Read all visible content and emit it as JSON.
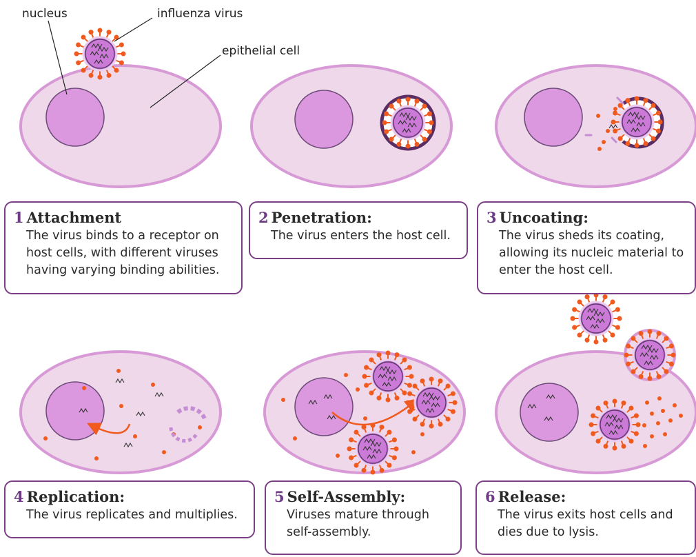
{
  "labels": {
    "nucleus": "nucleus",
    "influenza_virus": "influenza virus",
    "epithelial_cell": "epithelial cell"
  },
  "colors": {
    "cell_fill": "#eed8e9",
    "cell_border": "#d79ad6",
    "nucleus_fill": "#dc98de",
    "nucleus_border": "#6b4978",
    "virus_core": "#cc7ad8",
    "virus_spike": "#f05a1e",
    "box_border": "#7b3f86",
    "step_number": "#6e3a86"
  },
  "steps": [
    {
      "num": "1",
      "title": "Attachment",
      "desc": [
        "The virus binds to a receptor on",
        "host cells, with different viruses",
        "having varying binding abilities."
      ]
    },
    {
      "num": "2",
      "title": "Penetration:",
      "desc": [
        "The virus enters the host cell."
      ]
    },
    {
      "num": "3",
      "title": "Uncoating:",
      "desc": [
        "The virus sheds its coating,",
        "allowing its nucleic material to",
        "enter the host cell."
      ]
    },
    {
      "num": "4",
      "title": "Replication:",
      "desc": [
        "The virus replicates and multiplies."
      ]
    },
    {
      "num": "5",
      "title": "Self-Assembly:",
      "desc": [
        "Viruses mature through",
        "self-assembly."
      ]
    },
    {
      "num": "6",
      "title": "Release:",
      "desc": [
        "The virus exits host cells and",
        "dies due to lysis."
      ]
    }
  ]
}
